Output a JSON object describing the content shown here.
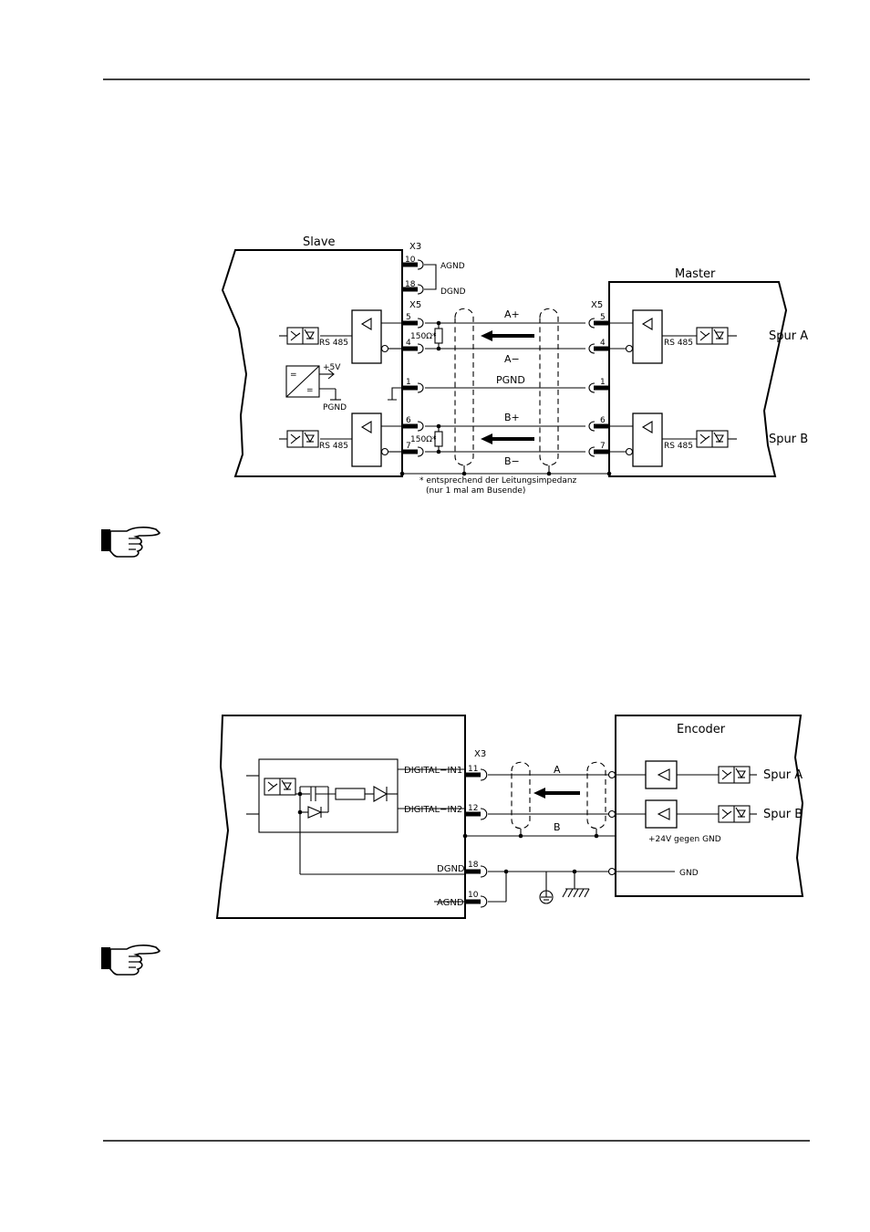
{
  "diagram1": {
    "slave_title": "Slave",
    "master_title": "Master",
    "x3_label": "X3",
    "slave_x5_label": "X5",
    "master_x5_label": "X5",
    "pins": {
      "p10": "10",
      "p18": "18",
      "p5": "5",
      "p4": "4",
      "p1": "1",
      "p6": "6",
      "p7": "7",
      "m5": "5",
      "m4": "4",
      "m1": "1",
      "m6": "6",
      "m7": "7"
    },
    "agnd": "AGND",
    "dgnd": "DGND",
    "plus5v": "+5V",
    "pgnd_small": "PGND",
    "rs485_1": "RS 485",
    "rs485_2": "RS 485",
    "rs485_3": "RS 485",
    "rs485_4": "RS 485",
    "resistor_1": "150Ω*",
    "resistor_2": "150Ω*",
    "signal_a_plus": "A+",
    "signal_a_minus": "A−",
    "signal_pgnd": "PGND",
    "signal_b_plus": "B+",
    "signal_b_minus": "B−",
    "spur_a": "Spur  A",
    "spur_b": "Spur  B",
    "footnote_line1": "* entsprechend der Leitungsimpedanz",
    "footnote_line2": "(nur 1 mal am Busende)"
  },
  "diagram2": {
    "encoder_title": "Encoder",
    "x3_label": "X3",
    "digital_in1": "DIGITAL−IN1",
    "digital_in2": "DIGITAL−IN2",
    "dgnd": "DGND",
    "agnd": "AGND",
    "pins": {
      "p11": "11",
      "p12": "12",
      "p18": "18",
      "p10": "10"
    },
    "signal_a": "A",
    "signal_b": "B",
    "gnd": "GND",
    "supply": "+24V gegen GND",
    "spur_a": "Spur  A",
    "spur_b": "Spur  B"
  }
}
